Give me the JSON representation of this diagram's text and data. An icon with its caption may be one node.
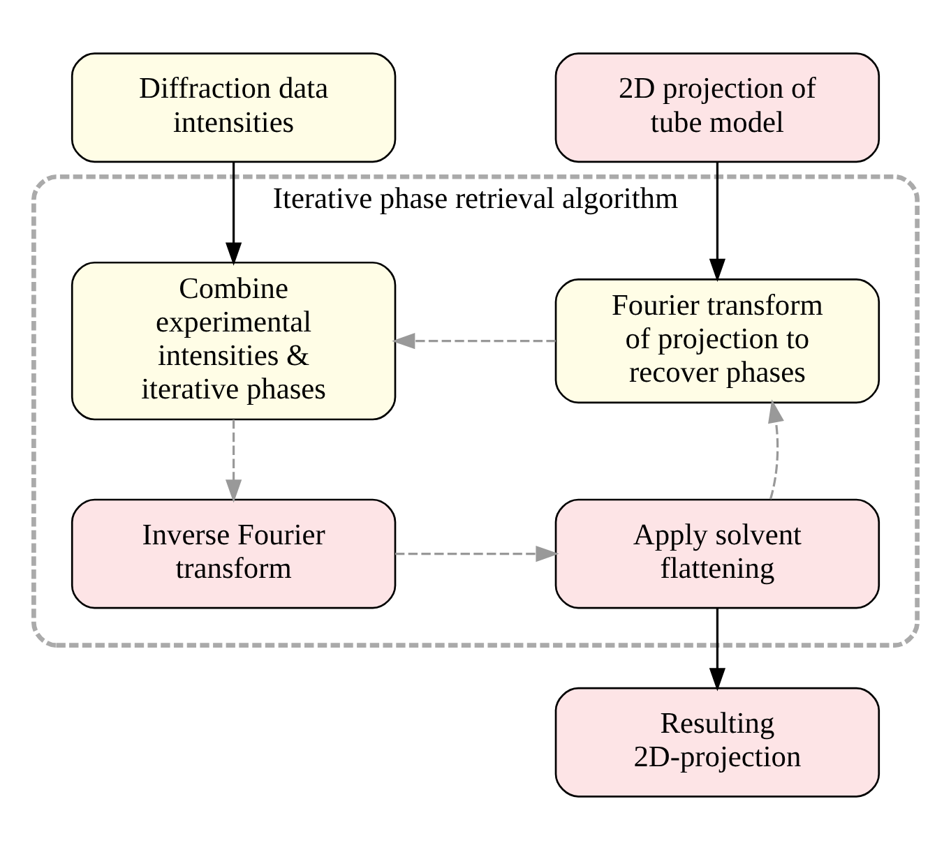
{
  "diagram": {
    "nodes": [
      {
        "text": [
          "Diffraction data intensities"
        ]
      },
      {
        "text": [
          "2D projection of tube model"
        ]
      },
      {
        "text": [
          "Iterative phase retrieval algorithm"
        ]
      },
      {
        "text": [
          "Combine experimental intensities & iterative phases"
        ],
        "in": 2
      },
      {
        "text": [
          "Fourier transform of projection to recover phases"
        ],
        "in": 2
      },
      {
        "text": [
          "Inverse Fourier transform"
        ],
        "in": 2
      },
      {
        "text": [
          "Apply solvent flattening"
        ],
        "in": 2
      },
      {
        "text": [
          "Resulting 2D-projection"
        ]
      }
    ],
    "edges": [
      {
        "from": 0,
        "to": 3,
        "arrow": "to",
        "color": "#000000"
      },
      {
        "from": 1,
        "to": 4,
        "arrow": "to",
        "color": "#000000"
      },
      {
        "from": 4,
        "to": 3,
        "arrow": "to",
        "style": "dashed",
        "color": "#999999"
      },
      {
        "from": 3,
        "to": 5,
        "arrow": "to",
        "style": "dashed",
        "color": "#999999"
      },
      {
        "from": 5,
        "to": 6,
        "arrow": "to",
        "style": "dashed",
        "color": "#999999"
      },
      {
        "from": 6,
        "to": 4,
        "arrow": "to",
        "style": "dashed",
        "color": "#999999"
      },
      {
        "from": 6,
        "to": 7,
        "arrow": "to",
        "color": "#000000"
      }
    ]
  }
}
